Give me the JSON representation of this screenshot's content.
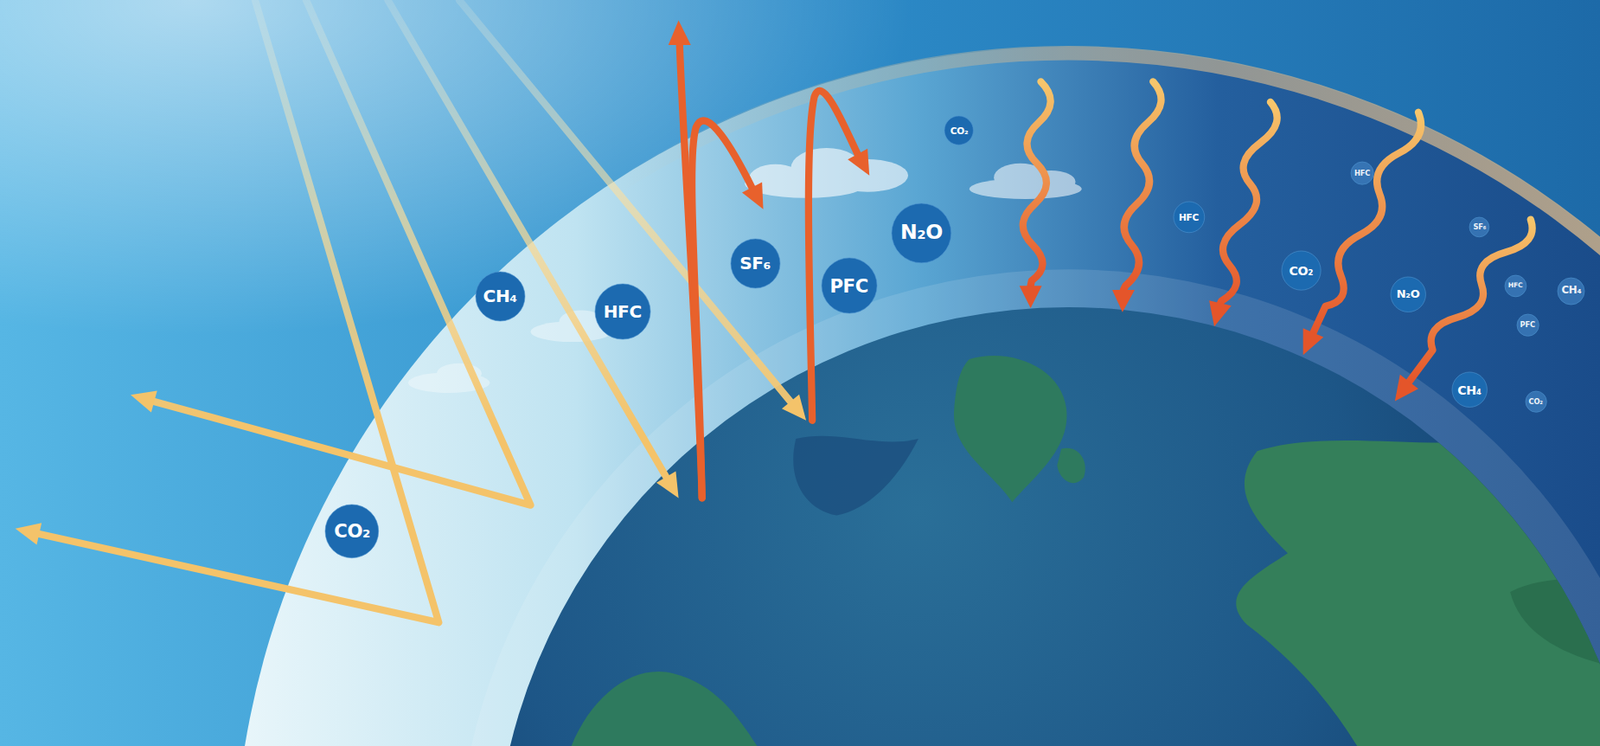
{
  "diagram": {
    "nodes": [
      {
        "text": [
          "CO₂"
        ]
      },
      {
        "text": [
          "HFC"
        ]
      },
      {
        "text": [
          "SF₆"
        ]
      },
      {
        "text": [
          "HFC"
        ]
      },
      {
        "text": [
          "N₂O"
        ]
      },
      {
        "text": [
          "SF₆"
        ]
      },
      {
        "text": [
          "CO₂"
        ]
      },
      {
        "text": [
          "HFC"
        ]
      },
      {
        "text": [
          "PFC"
        ]
      },
      {
        "text": [
          "CH₄"
        ]
      },
      {
        "text": [
          "N₂O"
        ]
      },
      {
        "text": [
          "CH₄"
        ]
      },
      {
        "text": [
          "HFC"
        ]
      },
      {
        "text": [
          "PFC"
        ]
      },
      {
        "text": [
          "CH₄"
        ]
      },
      {
        "text": [
          "CO₂"
        ]
      },
      {
        "text": [
          "CO₂"
        ]
      }
    ]
  }
}
